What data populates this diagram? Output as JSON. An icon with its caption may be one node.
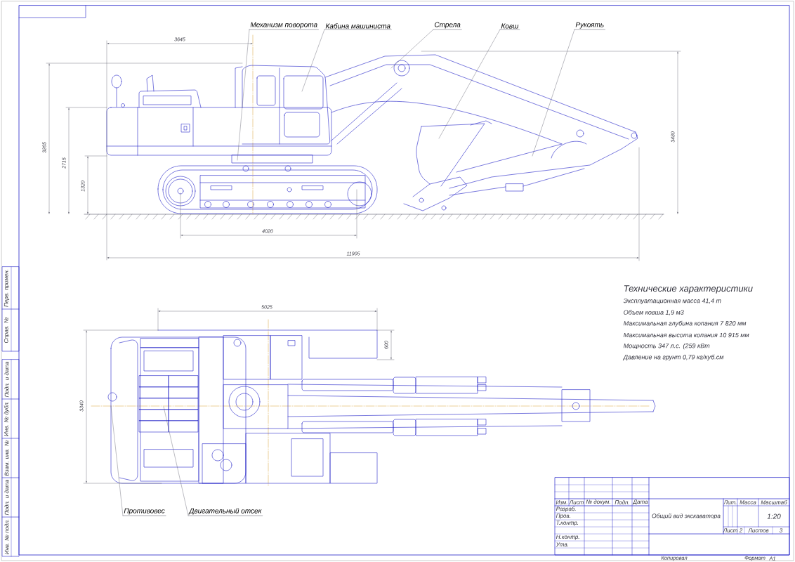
{
  "diagram": {
    "nodes": [
      {
        "text": [
          "Механизм поворота"
        ]
      },
      {
        "text": [
          "Кабина машиниста"
        ]
      },
      {
        "text": [
          "Стрела"
        ]
      },
      {
        "text": [
          "Ковш"
        ]
      },
      {
        "text": [
          "Рукоять"
        ]
      },
      {
        "text": [
          "Противовес"
        ]
      },
      {
        "text": [
          "Двигательный отсек"
        ]
      }
    ],
    "edges": [
      {
        "from": 0,
        "to": null,
        "arrow": "none"
      },
      {
        "from": 1,
        "to": null,
        "arrow": "none"
      },
      {
        "from": 2,
        "to": null,
        "arrow": "none"
      },
      {
        "from": 3,
        "to": null,
        "arrow": "none"
      },
      {
        "from": 4,
        "to": null,
        "arrow": "none"
      },
      {
        "from": 5,
        "to": null,
        "arrow": "none"
      },
      {
        "from": 6,
        "to": null,
        "arrow": "none"
      }
    ],
    "labels": [
      "3645",
      "3265",
      "2715",
      "1320",
      "4020",
      "11905",
      "3480",
      "5025",
      "600",
      "3340",
      "Технические характеристики",
      "Эксплуатационная масса 41,4 т",
      "Объем ковша 1,9 м3",
      "Максимальная глубина копания 7 820 мм",
      "Максимальная высота копания 10 915 мм",
      "Мощность 347 л.с. (259 кВт",
      "Давление на грунт 0,79 кг/куб.см",
      "Изм.",
      "Лист",
      "№ докум.",
      "Подп.",
      "Дата",
      "Лит.",
      "Масса",
      "Масштаб",
      "Разраб.",
      "Пров.",
      "Общий вид экскаватора",
      "1:20",
      "Т.контр.",
      "Лист",
      "2",
      "Листов",
      "3",
      "Н.контр.",
      "Утв.",
      "Копировал",
      "Формат",
      "A1",
      "Перв. примен.",
      "Справ. №",
      "Подп. и дата",
      "Инв. № дубл.",
      "Взам. инв. №",
      "Подп. и дата",
      "Инв. № подл."
    ]
  }
}
